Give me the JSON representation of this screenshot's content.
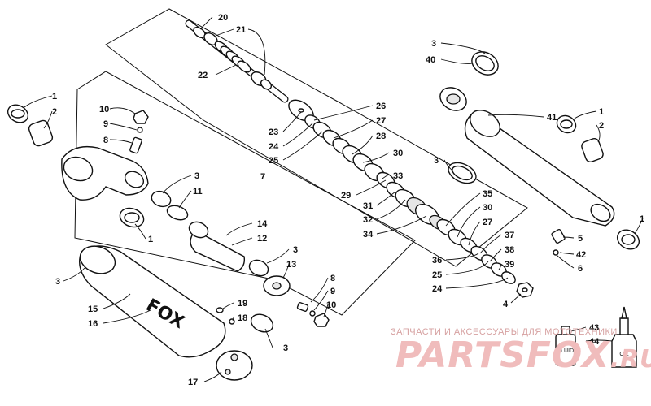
{
  "callouts": {
    "n20": "20",
    "n21": "21",
    "n22": "22",
    "n26": "26",
    "n27a": "27",
    "n28": "28",
    "n23": "23",
    "n24a": "24",
    "n25a": "25",
    "n30a": "30",
    "n33": "33",
    "n29": "29",
    "n31": "31",
    "n32": "32",
    "n34": "34",
    "n3d": "3",
    "n35": "35",
    "n30b": "30",
    "n27b": "27",
    "n37": "37",
    "n38": "38",
    "n39": "39",
    "n36": "36",
    "n25b": "25",
    "n24b": "24",
    "n4": "4",
    "n3a": "3",
    "n40": "40",
    "n41": "41",
    "n1b": "1",
    "n2b": "2",
    "n5": "5",
    "n42": "42",
    "n6": "6",
    "n1c": "1",
    "n1a": "1",
    "n2a": "2",
    "n10a": "10",
    "n9a": "9",
    "n8a": "8",
    "n3b": "3",
    "n11": "11",
    "n7": "7",
    "n1d": "1",
    "n14": "14",
    "n12": "12",
    "n3c": "3",
    "n13": "13",
    "n8b": "8",
    "n9b": "9",
    "n10b": "10",
    "n3e": "3",
    "n15": "15",
    "n16": "16",
    "n19": "19",
    "n18": "18",
    "n3f": "3",
    "n17": "17",
    "n43": "43",
    "n44": "44"
  },
  "labels": {
    "reservoir_brand": "FOX",
    "fluid_bottle": "FLUID",
    "oil_bottle": "OIL"
  },
  "watermark": {
    "subtitle": "ЗАПЧАСТИ И АКСЕССУАРЫ ДЛЯ МОТОТЕХНИКИ",
    "logo": "PARTSFOX",
    "domain": ".RU"
  }
}
